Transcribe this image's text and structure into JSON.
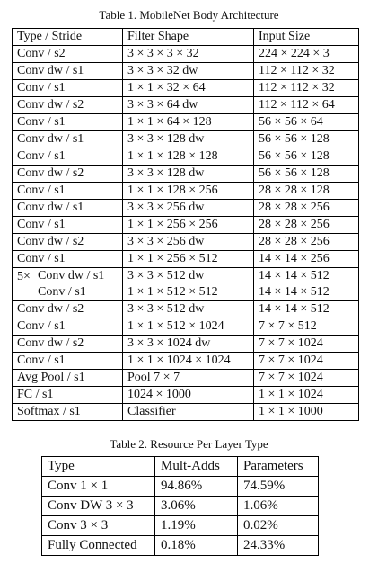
{
  "table1": {
    "caption": "Table 1. MobileNet Body Architecture",
    "headers": [
      "Type / Stride",
      "Filter Shape",
      "Input Size"
    ],
    "rows_before": [
      [
        "Conv / s2",
        "3 × 3 × 3 × 32",
        "224 × 224 × 3"
      ],
      [
        "Conv dw / s1",
        "3 × 3 × 32 dw",
        "112 × 112 × 32"
      ],
      [
        "Conv / s1",
        "1 × 1 × 32 × 64",
        "112 × 112 × 32"
      ],
      [
        "Conv dw / s2",
        "3 × 3 × 64 dw",
        "112 × 112 × 64"
      ],
      [
        "Conv / s1",
        "1 × 1 × 64 × 128",
        "56 × 56 × 64"
      ],
      [
        "Conv dw / s1",
        "3 × 3 × 128 dw",
        "56 × 56 × 128"
      ],
      [
        "Conv / s1",
        "1 × 1 × 128 × 128",
        "56 × 56 × 128"
      ],
      [
        "Conv dw / s2",
        "3 × 3 × 128 dw",
        "56 × 56 × 128"
      ],
      [
        "Conv / s1",
        "1 × 1 × 128 × 256",
        "28 × 28 × 128"
      ],
      [
        "Conv dw / s1",
        "3 × 3 × 256 dw",
        "28 × 28 × 256"
      ],
      [
        "Conv / s1",
        "1 × 1 × 256 × 256",
        "28 × 28 × 256"
      ],
      [
        "Conv dw / s2",
        "3 × 3 × 256 dw",
        "28 × 28 × 256"
      ],
      [
        "Conv / s1",
        "1 × 1 × 256 × 512",
        "14 × 14 × 256"
      ]
    ],
    "repeat_group": {
      "multiplier": "5×",
      "rows": [
        [
          "Conv dw / s1",
          "3 × 3 × 512 dw",
          "14 × 14 × 512"
        ],
        [
          "Conv / s1",
          "1 × 1 × 512 × 512",
          "14 × 14 × 512"
        ]
      ]
    },
    "rows_after": [
      [
        "Conv dw / s2",
        "3 × 3 × 512 dw",
        "14 × 14 × 512"
      ],
      [
        "Conv / s1",
        "1 × 1 × 512 × 1024",
        "7 × 7 × 512"
      ],
      [
        "Conv dw / s2",
        "3 × 3 × 1024 dw",
        "7 × 7 × 1024"
      ],
      [
        "Conv / s1",
        "1 × 1 × 1024 × 1024",
        "7 × 7 × 1024"
      ],
      [
        "Avg Pool / s1",
        "Pool 7 × 7",
        "7 × 7 × 1024"
      ],
      [
        "FC / s1",
        "1024 × 1000",
        "1 × 1 × 1024"
      ],
      [
        "Softmax / s1",
        "Classifier",
        "1 × 1 × 1000"
      ]
    ]
  },
  "table2": {
    "caption": "Table 2. Resource Per Layer Type",
    "headers": [
      "Type",
      "Mult-Adds",
      "Parameters"
    ],
    "rows": [
      [
        "Conv 1 × 1",
        "94.86%",
        "74.59%"
      ],
      [
        "Conv DW 3 × 3",
        "3.06%",
        "1.06%"
      ],
      [
        "Conv 3 × 3",
        "1.19%",
        "0.02%"
      ],
      [
        "Fully Connected",
        "0.18%",
        "24.33%"
      ]
    ]
  }
}
